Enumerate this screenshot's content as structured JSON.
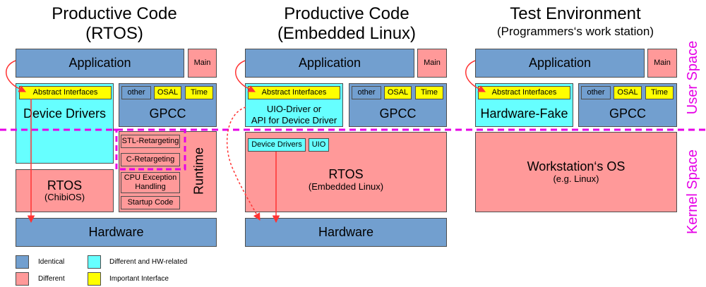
{
  "columns": {
    "rtos": {
      "title_line1": "Productive Code",
      "title_line2": "(RTOS)",
      "application": "Application",
      "main": "Main",
      "abstract_interfaces": "Abstract Interfaces",
      "device_drivers": "Device Drivers",
      "other": "other",
      "osal": "OSAL",
      "time": "Time",
      "gpcc": "GPCC",
      "stl_retargeting": "STL-Retargeting",
      "c_retargeting": "C-Retargeting",
      "cpu_exception": "CPU Exception Handling",
      "startup_code": "Startup Code",
      "runtime": "Runtime",
      "rtos": "RTOS",
      "rtos_sub": "(ChibiOS)",
      "hardware": "Hardware"
    },
    "linux": {
      "title_line1": "Productive Code",
      "title_line2": "(Embedded Linux)",
      "application": "Application",
      "main": "Main",
      "abstract_interfaces": "Abstract Interfaces",
      "uio_driver_line1": "UIO-Driver or",
      "uio_driver_line2": "API for Device Driver",
      "other": "other",
      "osal": "OSAL",
      "time": "Time",
      "gpcc": "GPCC",
      "device_drivers": "Device Drivers",
      "uio": "UIO",
      "rtos": "RTOS",
      "rtos_sub": "(Embedded Linux)",
      "hardware": "Hardware"
    },
    "test": {
      "title_line1": "Test Environment",
      "title_line2": "(Programmers‘s work station)",
      "application": "Application",
      "main": "Main",
      "abstract_interfaces": "Abstract Interfaces",
      "hardware_fake": "Hardware-Fake",
      "other": "other",
      "osal": "OSAL",
      "time": "Time",
      "gpcc": "GPCC",
      "os": "Workstation‘s OS",
      "os_sub": "(e.g. Linux)"
    }
  },
  "side_labels": {
    "user_space": "User Space",
    "kernel_space": "Kernel Space"
  },
  "legend": {
    "identical": "Identical",
    "different": "Different",
    "hw_related": "Different and HW-related",
    "important": "Important Interface"
  },
  "colors": {
    "identical": "#729fcf",
    "different": "#ff9999",
    "hw_related": "#66ffff",
    "important": "#ffff00",
    "boundary": "#e600e6",
    "arrow": "#ff3333"
  }
}
